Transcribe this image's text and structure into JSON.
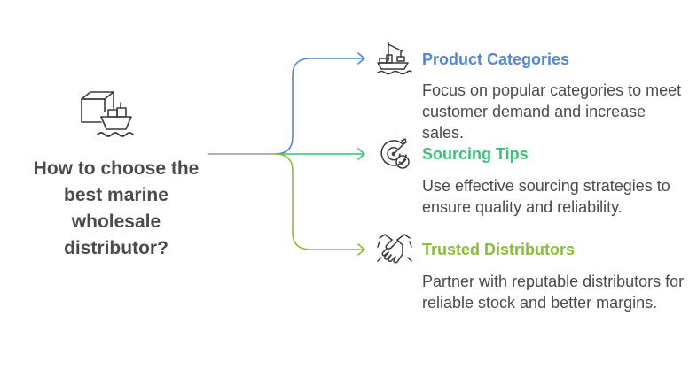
{
  "central": {
    "title": "How to choose the best marine wholesale distributor?",
    "icon": "box-and-ship-icon"
  },
  "branches": [
    {
      "title": "Product Categories",
      "description": "Focus on popular categories to meet customer demand and increase sales.",
      "icon": "cargo-ship-crane-icon",
      "color": "#4f88d8"
    },
    {
      "title": "Sourcing Tips",
      "description": "Use effective sourcing strategies to ensure quality and reliability.",
      "icon": "target-check-icon",
      "color": "#3fbf7c"
    },
    {
      "title": "Trusted Distributors",
      "description": "Partner with reputable distributors for reliable stock and better margins.",
      "icon": "handshake-icon",
      "color": "#8cbc3c"
    }
  ],
  "colors": {
    "stem": "#9a9a9a",
    "icon_stroke": "#3a3a3a",
    "text": "#4b4b4b"
  }
}
